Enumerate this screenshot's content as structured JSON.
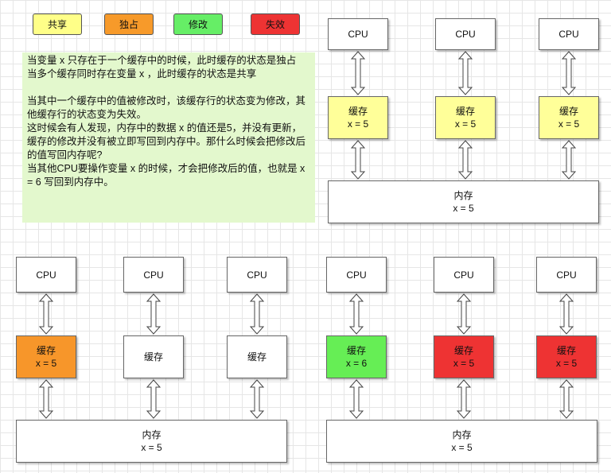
{
  "legend": {
    "shared": {
      "label": "共享",
      "color": "#ffff88"
    },
    "exclusive": {
      "label": "独占",
      "color": "#f79a2a"
    },
    "modified": {
      "label": "修改",
      "color": "#66ee66"
    },
    "invalid": {
      "label": "失效",
      "color": "#ee3333"
    }
  },
  "note": {
    "lines": [
      "当变量 x 只存在于一个缓存中的时候，此时缓存的状态是独占",
      "当多个缓存同时存在变量 x ，此时缓存的状态是共享",
      "",
      "当其中一个缓存中的值被修改时，该缓存行的状态变为修改，其他缓存行的状态变为失效。",
      "这时候会有人发现，内存中的数据 x 的值还是5，并没有更新，缓存的修改并没有被立即写回到内存中。那什么时候会把修改后的值写回内存呢?",
      "当其他CPU要操作变量 x 的时候，才会把修改后的值，也就是 x = 6 写回到内存中。"
    ]
  },
  "labels": {
    "cpu": "CPU",
    "cache": "缓存",
    "memory": "内存",
    "x5": "x = 5",
    "x6": "x = 6"
  }
}
